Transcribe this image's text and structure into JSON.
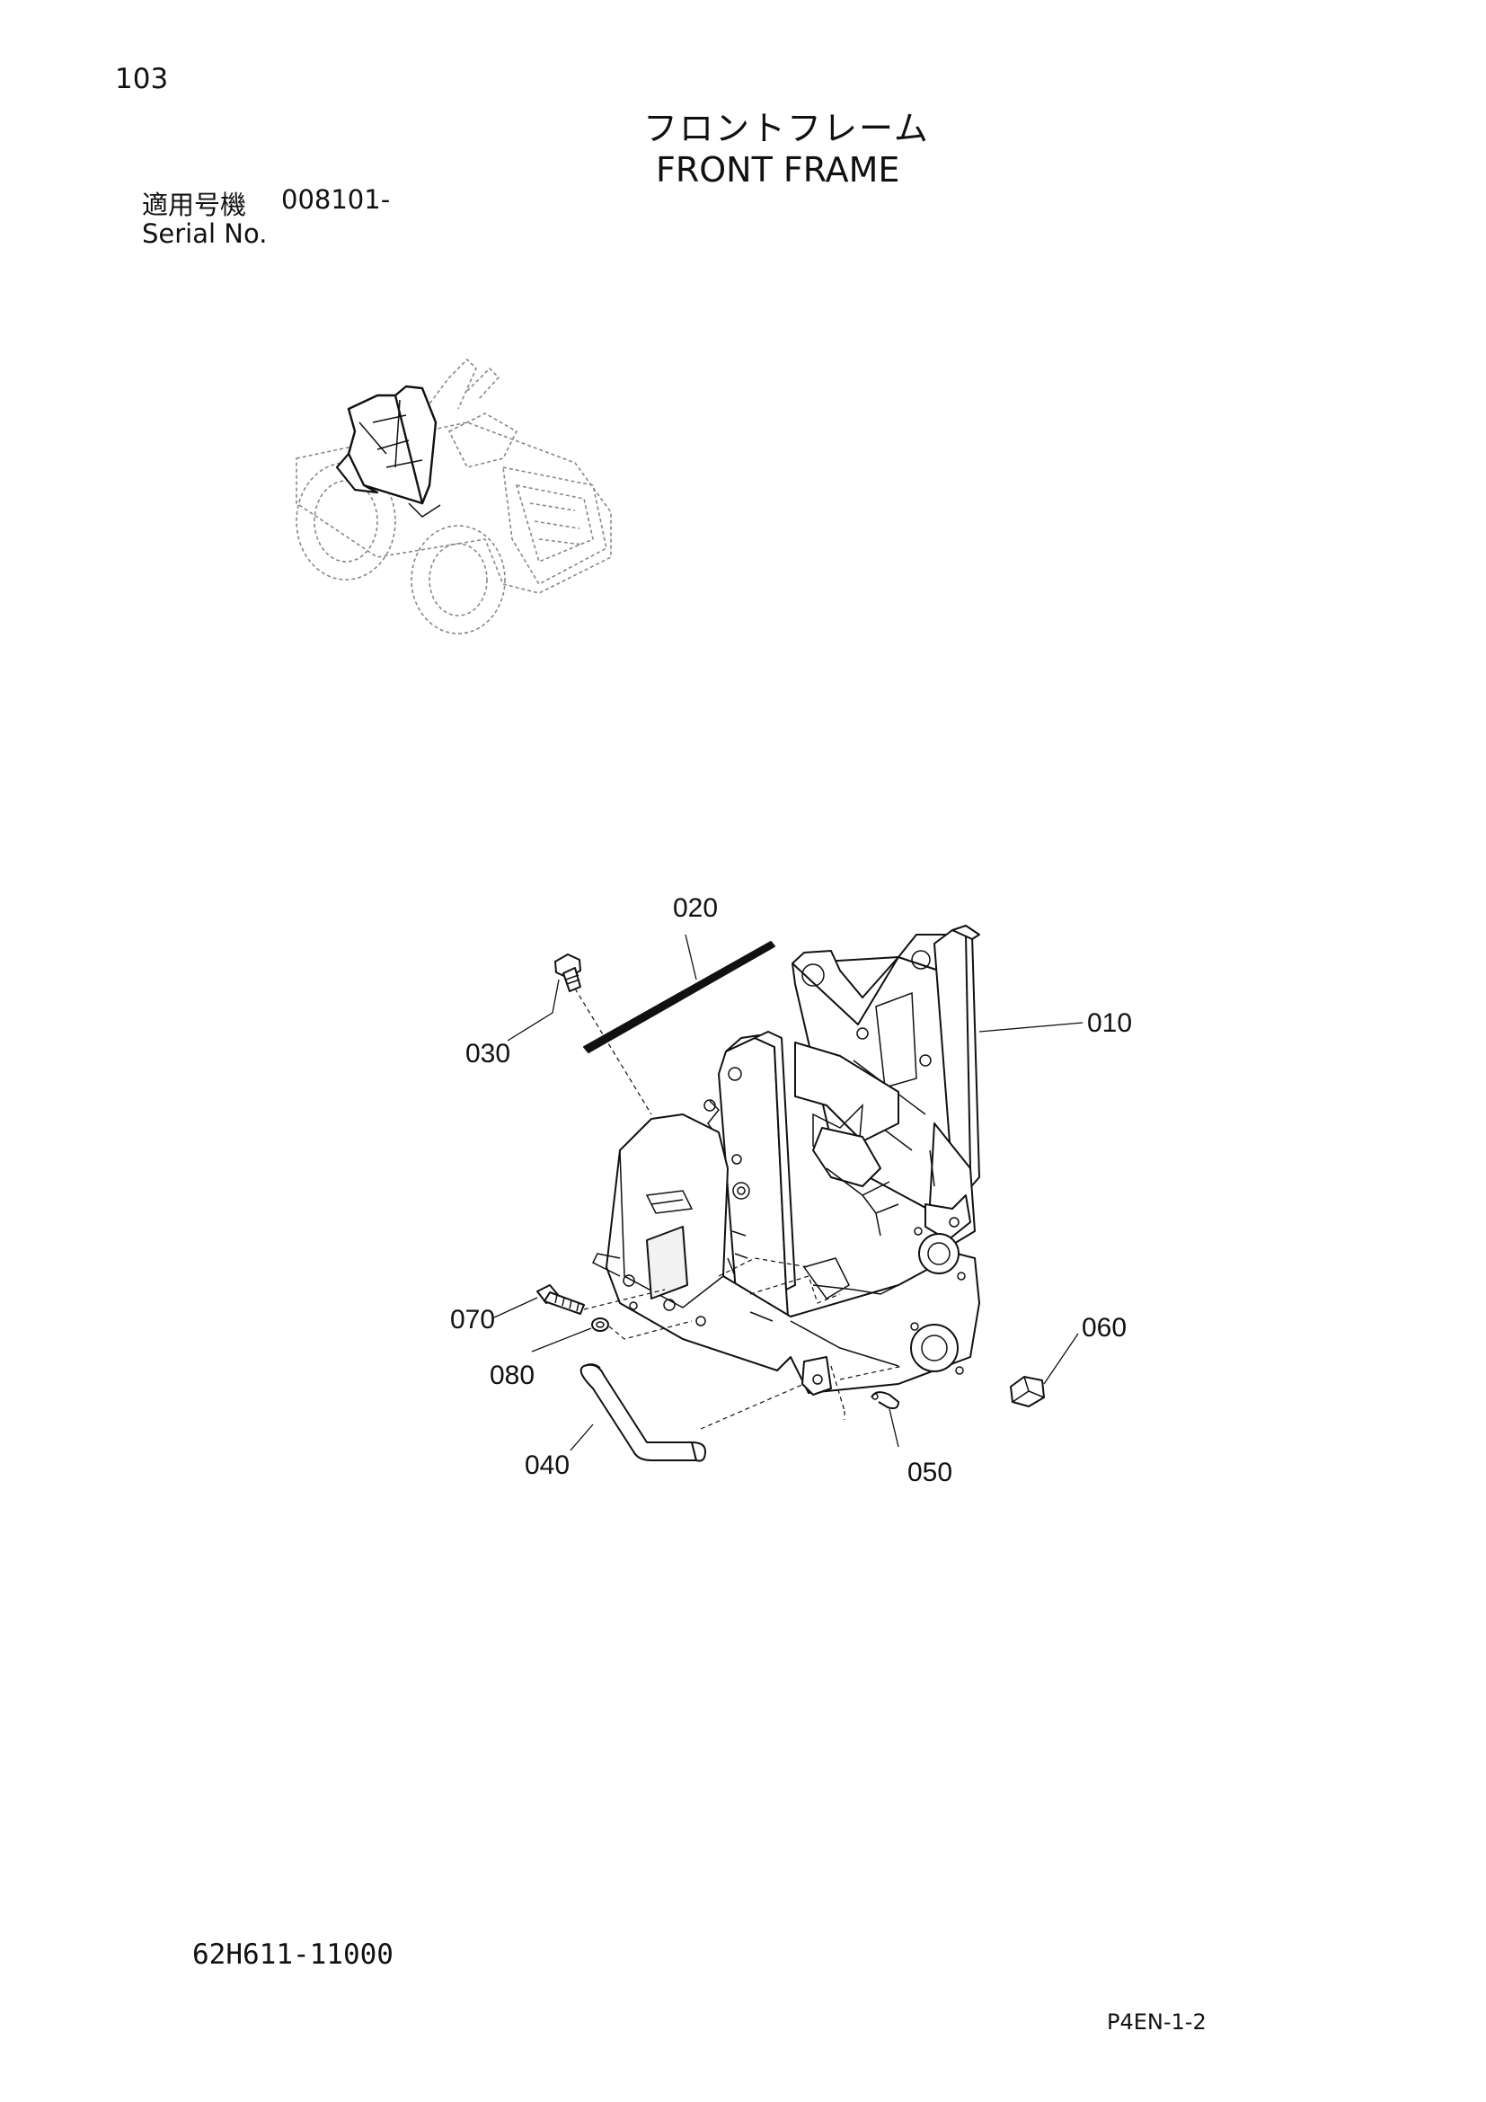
{
  "header": {
    "page_number": "103",
    "title_jp": "フロントフレーム",
    "title_en": "FRONT FRAME",
    "serial_label_jp": "適用号機",
    "serial_value": "008101-",
    "serial_label_en": "Serial No."
  },
  "callouts": [
    "010",
    "020",
    "030",
    "040",
    "050",
    "060",
    "070",
    "080"
  ],
  "footer": {
    "drawing_code": "62H611-11000",
    "page_code": "P4EN-1-2"
  }
}
